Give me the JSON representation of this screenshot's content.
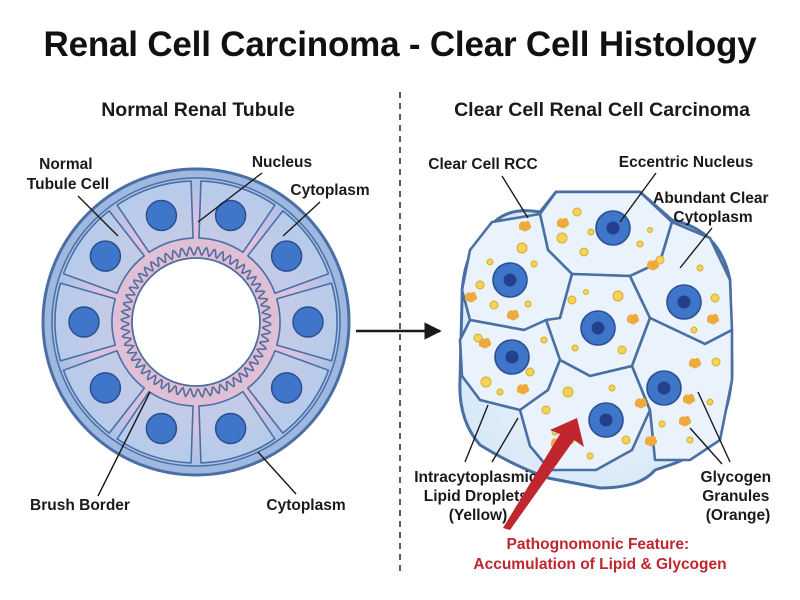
{
  "title": "Renal Cell Carcinoma - Clear Cell Histology",
  "left_panel": {
    "heading": "Normal Renal Tubule",
    "labels": {
      "normal_tubule_cell": [
        "Normal",
        "Tubule Cell"
      ],
      "nucleus": "Nucleus",
      "cytoplasm_top": "Cytoplasm",
      "brush_border": "Brush Border",
      "cytoplasm_bottom": "Cytoplasm"
    }
  },
  "right_panel": {
    "heading": "Clear Cell Renal Cell Carcinoma",
    "labels": {
      "clear_cell_rcc": "Clear Cell RCC",
      "eccentric_nucleus": "Eccentric Nucleus",
      "abundant_clear_cytoplasm": [
        "Abundant Clear",
        "Cytoplasm"
      ],
      "lipid_droplets": [
        "Intracytoplasmic",
        "Lipid Droplets",
        "(Yellow)"
      ],
      "glycogen_granules": [
        "Glycogen",
        "Granules",
        "(Orange)"
      ]
    },
    "feature": [
      "Pathognomonic Feature:",
      "Accumulation of Lipid & Glycogen"
    ]
  },
  "colors": {
    "membrane": "#4a6fa5",
    "cytoplasm_normal": "#b9cdeb",
    "interstitium_pink": "#e7bccb",
    "nucleus": "#3f76c9",
    "nucleolus": "#243f8c",
    "clear_cytoplasm": "#eaf3fb",
    "lipid": "#f4d35c",
    "glycogen": "#eeaa3c",
    "accent_red": "#c0262e"
  },
  "icons": [
    "arrow-right-icon"
  ]
}
